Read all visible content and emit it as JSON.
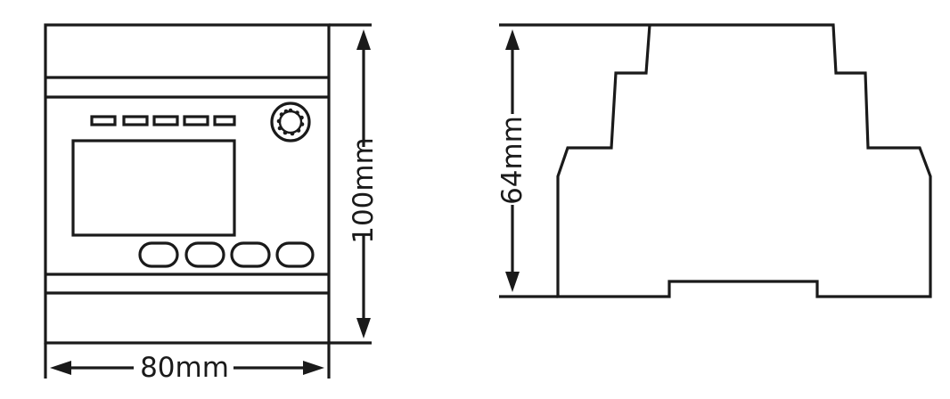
{
  "dimensions": {
    "width_label": "80mm",
    "height_label": "100mm",
    "depth_label": "64mm"
  },
  "colors": {
    "line": "#1a1a1a",
    "background": "#ffffff"
  },
  "front_view": {
    "indicator_count": 5,
    "button_count": 4,
    "knob": "knob-icon"
  }
}
